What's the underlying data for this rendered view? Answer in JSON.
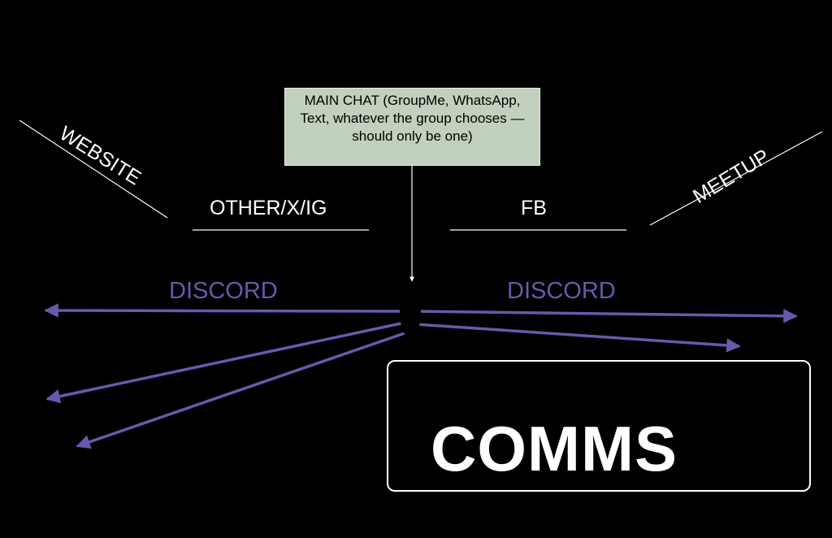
{
  "main_chat": {
    "text": "MAIN CHAT (GroupMe, WhatsApp, Text, whatever the group chooses — should only be one)"
  },
  "labels": {
    "website": "WEBSITE",
    "other": "OTHER/X/IG",
    "fb": "FB",
    "meetup": "MEETUP",
    "discord_left": "DISCORD",
    "discord_right": "DISCORD"
  },
  "comms": {
    "title": "COMMS"
  },
  "colors": {
    "background": "#000000",
    "line": "#ffffff",
    "arrow": "#6a58ad",
    "main_chat_fill": "#c2d1bd",
    "node": "#000000"
  }
}
